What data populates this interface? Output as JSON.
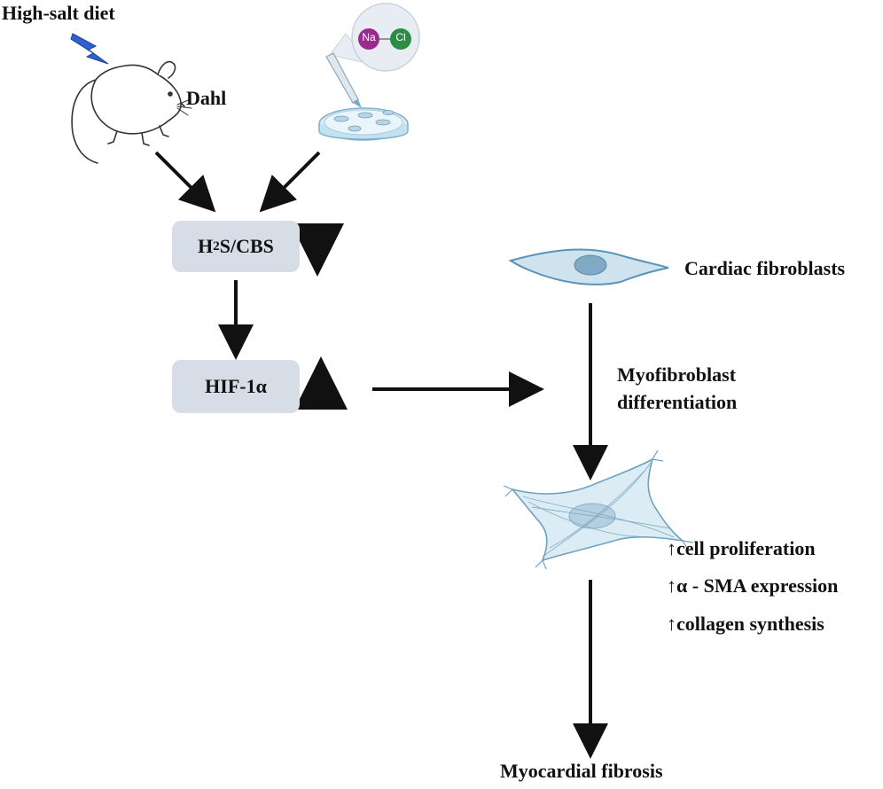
{
  "top_label": "High-salt diet",
  "model_label": "Dahl",
  "petri": {
    "ion_na": "Na",
    "ion_cl": "Cl"
  },
  "box_h2s": {
    "prefix": "H",
    "subscript": "2",
    "suffix": "S/CBS",
    "trend": "down"
  },
  "box_hif": {
    "label": "HIF-1α",
    "trend": "up"
  },
  "cell_label": "Cardiac fibroblasts",
  "process_label_line1": "Myofibroblast",
  "process_label_line2": "differentiation",
  "effects": [
    {
      "arrow": "↑",
      "text": "cell proliferation"
    },
    {
      "arrow": "↑",
      "text": "α - SMA expression"
    },
    {
      "arrow": "↑",
      "text": "collagen synthesis"
    }
  ],
  "outcome_label": "Myocardial fibrosis",
  "colors": {
    "box_fill": "#d7dde6",
    "lightning": "#2f5fd0",
    "na_ion": "#9b2a8c",
    "cl_ion": "#2e8b45",
    "cell_fill": "#cfe3ee",
    "cell_stroke": "#5b93b8"
  },
  "icons": [
    "lightning-icon",
    "rat-icon",
    "petri-dish-icon",
    "fibroblast-cell-icon",
    "myofibroblast-cell-icon"
  ]
}
